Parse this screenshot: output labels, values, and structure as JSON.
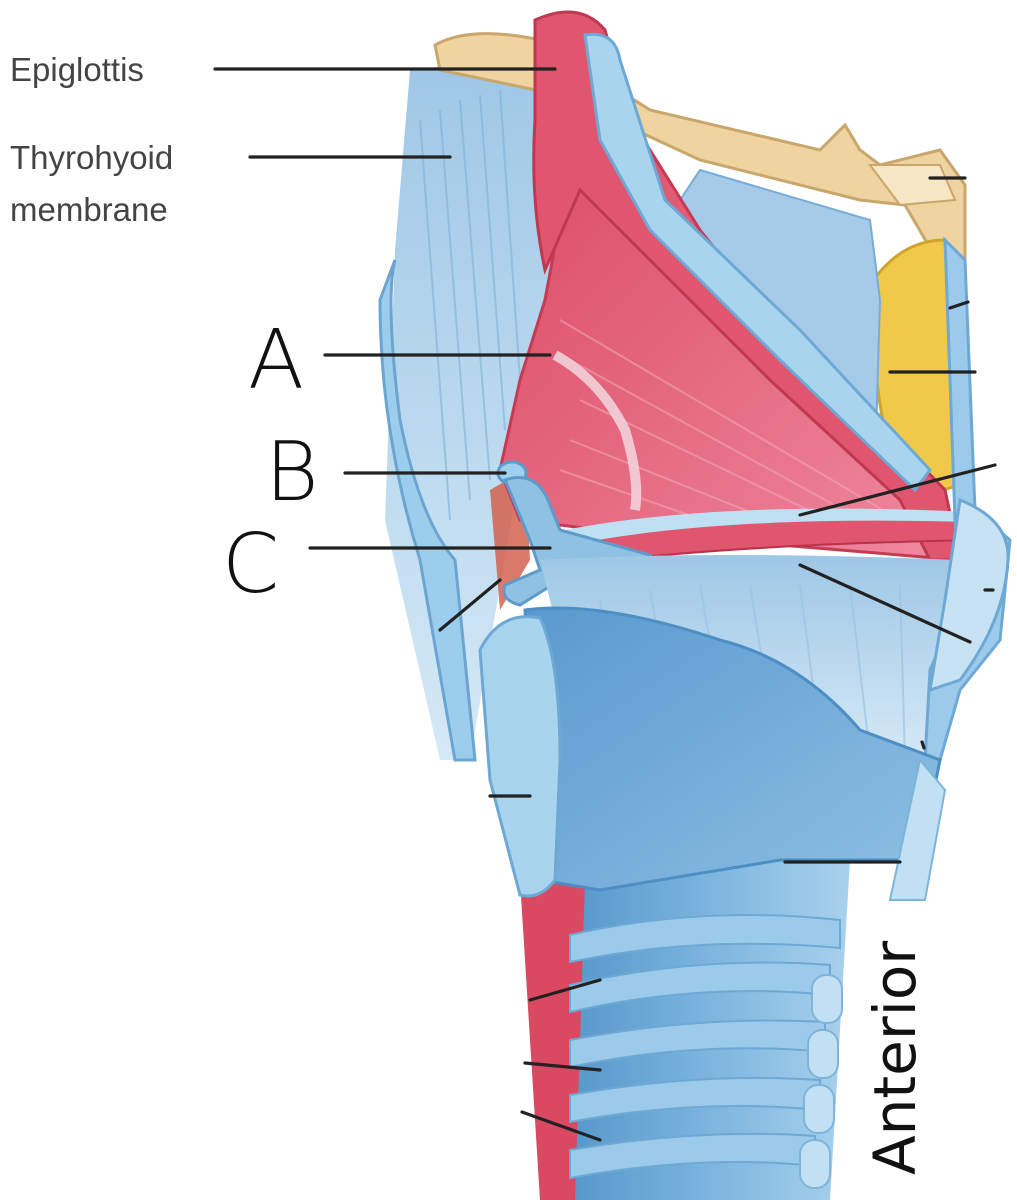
{
  "labels": {
    "epiglottis": "Epiglottis",
    "thyrohyoid_line1": "Thyrohyoid",
    "thyrohyoid_line2": "membrane",
    "a": "A",
    "b": "B",
    "c": "C",
    "anterior": "Anterior"
  },
  "colors": {
    "cartilage_blue": "#8fc2e2",
    "cartilage_light": "#c7e3f3",
    "trachea_blue": "#5f9fd0",
    "mucosa_pink": "#e0566e",
    "muscle_pink": "#e4708a",
    "hyoid_bone": "#efd3a0",
    "fat_yellow": "#f0c94a"
  }
}
